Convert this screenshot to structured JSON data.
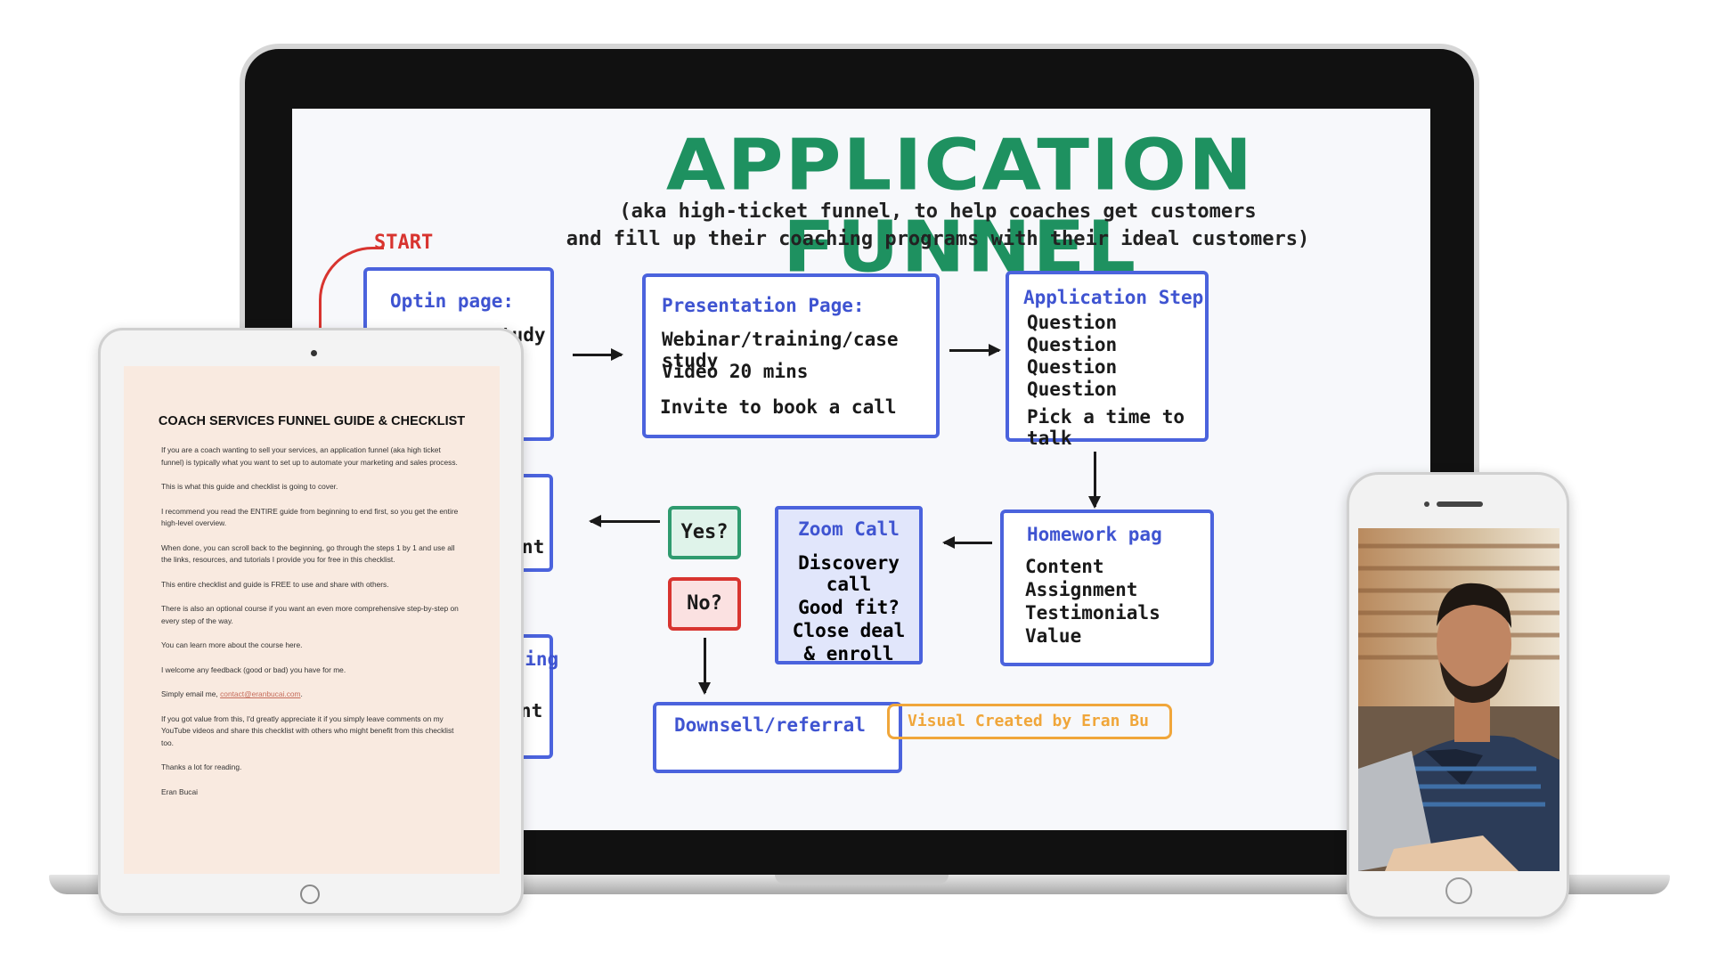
{
  "funnel": {
    "title": "APPLICATION FUNNEL",
    "subtitle_line1": "(aka high-ticket funnel, to help coaches get customers",
    "subtitle_line2": "and fill up their coaching programs with their ideal customers)",
    "start_label": "START",
    "optin": {
      "title": "Optin page:",
      "line1": "tudy"
    },
    "presentation": {
      "title": "Presentation Page:",
      "line1": "Webinar/training/case study",
      "line2": "Video 20 mins",
      "line3": "Invite to book a call"
    },
    "application": {
      "title": "Application Step",
      "q1": "Question",
      "q2": "Question",
      "q3": "Question",
      "q4": "Question",
      "line5": "Pick a time to talk"
    },
    "payment_partial": "yment",
    "yes_label": "Yes?",
    "no_label": "No?",
    "zoom": {
      "title": "Zoom Call",
      "l1": "Discovery call",
      "l2": "Good fit?",
      "l3": "Close deal",
      "l4": "& enroll"
    },
    "homework": {
      "title": "Homework pag",
      "l1": "Content",
      "l2": "Assignment",
      "l3": "Testimonials",
      "l4": "Value"
    },
    "onboarding_partial": "boarding",
    "onboarding_partial2": "ement",
    "downsell_partial": "Downsell/referral",
    "credit": "Visual Created by Eran Bu"
  },
  "document": {
    "title": "COACH SERVICES FUNNEL GUIDE & CHECKLIST",
    "p1": "If you are a coach wanting to sell your services, an application funnel (aka high ticket funnel) is typically what you want to set up to automate your marketing and sales process.",
    "p2": "This is what this guide and checklist is going to cover.",
    "p3": "I recommend you read the ENTIRE guide from beginning to end first, so you get the entire high-level overview.",
    "p4": "When done, you can scroll back to the beginning, go through the steps 1 by 1 and use all the links, resources, and tutorials I provide you for free in this checklist.",
    "p5": "This entire checklist and guide is FREE to use and share with others.",
    "p6": "There is also an optional course if you want an even more comprehensive step-by-step on every step of the way.",
    "p7": "You can learn more about the course here.",
    "p8": "I welcome any feedback (good or bad) you have for me.",
    "p9_prefix": "Simply email me, ",
    "p9_link": "contact@eranbucai.com",
    "p9_suffix": ".",
    "p10": "If you got value from this, I'd greatly appreciate it if you simply leave comments on my YouTube videos and share this checklist with others who might benefit from this checklist too.",
    "p11": "Thanks a lot for reading.",
    "p12": "Eran Bucai"
  },
  "colors": {
    "title_green": "#1e9160",
    "box_blue": "#4b63dd",
    "start_red": "#d8342f",
    "credit_orange": "#f0a63a",
    "doc_bg": "#f9eae0"
  }
}
